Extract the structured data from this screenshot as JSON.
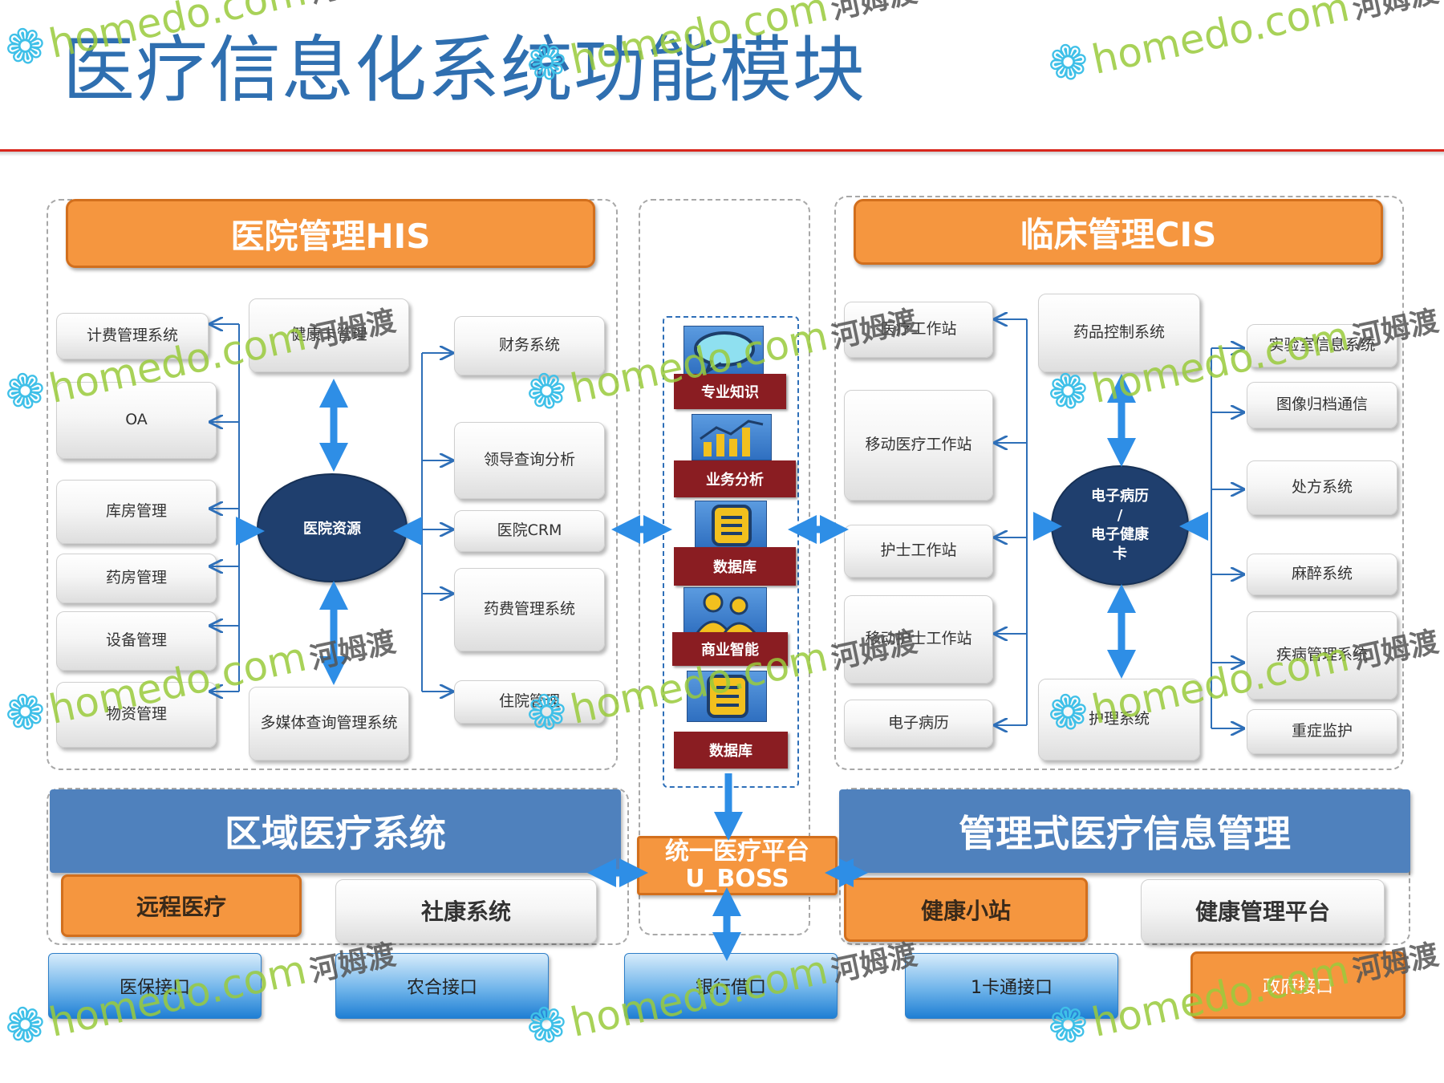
{
  "title": "医疗信息化系统功能模块",
  "colors": {
    "title": "#2f6fb0",
    "orange": "#f5963f",
    "blue_header": "#4f81bd",
    "ellipse": "#1f3f6e",
    "red_label": "#8a1d22",
    "arrow_blue": "#2e8ee6",
    "watermark": "#9acb3c"
  },
  "his": {
    "header": "医院管理HIS",
    "center": "医院资源",
    "left": [
      "计费管理系统",
      "OA",
      "库房管理",
      "药房管理",
      "设备管理",
      "物资管理"
    ],
    "top": "健康卡管理",
    "bottom": "多媒体查询管理系统",
    "right": [
      "财务系统",
      "领导查询分析",
      "医院CRM",
      "药费管理系统",
      "住院管理"
    ]
  },
  "platform": {
    "items": [
      {
        "label": "专业知识",
        "icon": "speech-bubble-icon"
      },
      {
        "label": "业务分析",
        "icon": "bar-chart-icon"
      },
      {
        "label": "数据库",
        "icon": "document-list-icon"
      },
      {
        "label": "商业智能",
        "icon": "people-icon"
      },
      {
        "label": "数据库",
        "icon": "document-list-icon"
      }
    ],
    "hub_line1": "统一医疗平台",
    "hub_line2": "U_BOSS"
  },
  "cis": {
    "header": "临床管理CIS",
    "center": "电子病历/电子健康卡",
    "center_lines": [
      "电子病历",
      "/",
      "电子健康",
      "卡"
    ],
    "left": [
      "医疗工作站",
      "移动医疗工作站",
      "护士工作站",
      "移动护士工作站",
      "电子病历"
    ],
    "top": "药品控制系统",
    "bottom": "护理系统",
    "right": [
      "实验室信息系统",
      "图像归档通信",
      "处方系统",
      "麻醉系统",
      "疾病管理系统",
      "重症监护"
    ]
  },
  "regional": {
    "header": "区域医疗系统",
    "items": [
      "远程医疗",
      "社康系统"
    ]
  },
  "managed": {
    "header": "管理式医疗信息管理",
    "items": [
      "健康小站",
      "健康管理平台"
    ]
  },
  "interfaces": [
    "医保接口",
    "农合接口",
    "银行借口",
    "1卡通接口",
    "政府接口"
  ],
  "watermark": {
    "text": "homedo.com",
    "cn": "河姆渡"
  }
}
